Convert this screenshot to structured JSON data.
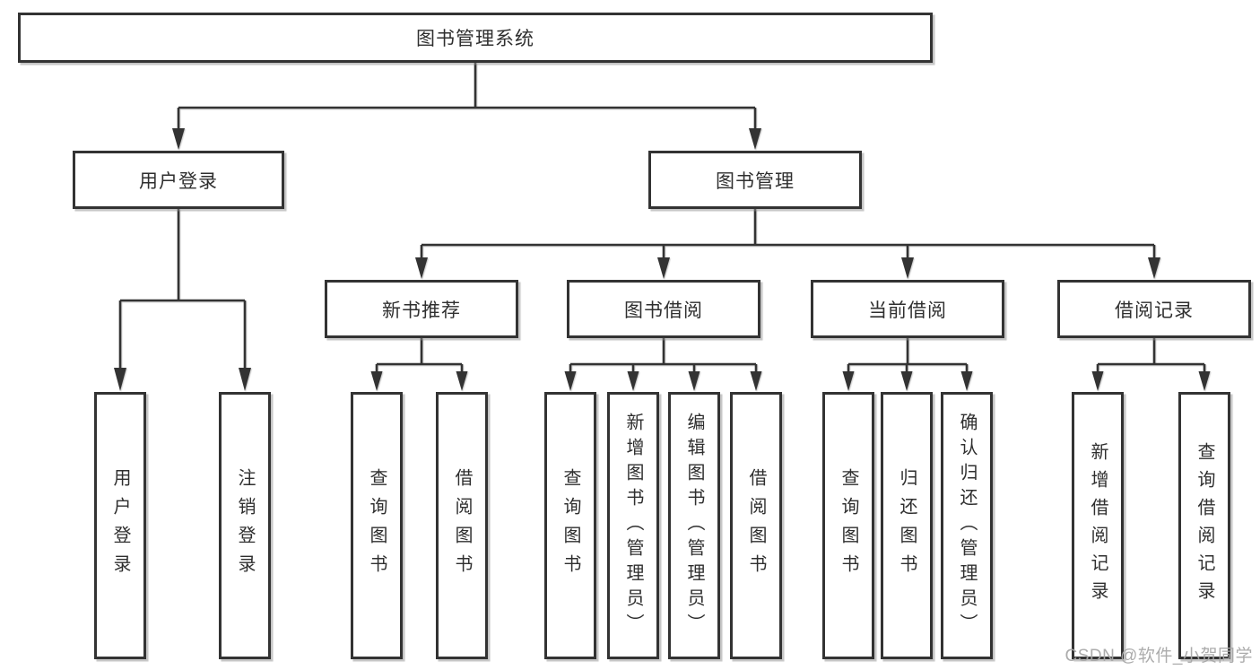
{
  "diagram": {
    "title": "图书管理系统",
    "nodes": {
      "root": {
        "label": "图书管理系统"
      },
      "login": {
        "label": "用户登录"
      },
      "mgmt": {
        "label": "图书管理"
      },
      "newbook": {
        "label": "新书推荐"
      },
      "borrow": {
        "label": "图书借阅"
      },
      "current": {
        "label": "当前借阅"
      },
      "records": {
        "label": "借阅记录"
      },
      "login_user": {
        "label": "用户登录"
      },
      "login_logout": {
        "label": "注销登录"
      },
      "nb_query": {
        "label": "查询图书"
      },
      "nb_borrow": {
        "label": "借阅图书"
      },
      "bw_query": {
        "label": "查询图书"
      },
      "bw_add": {
        "label": "新增图书（管理员）"
      },
      "bw_edit": {
        "label": "编辑图书（管理员）"
      },
      "bw_borrow": {
        "label": "借阅图书"
      },
      "cur_query": {
        "label": "查询图书"
      },
      "cur_return": {
        "label": "归还图书"
      },
      "cur_confirm": {
        "label": "确认归还（管理员）"
      },
      "rec_add": {
        "label": "新增借阅记录"
      },
      "rec_query": {
        "label": "查询借阅记录"
      }
    },
    "colors": {
      "line": "#333333",
      "text": "#2f2f2f",
      "background": "#ffffff",
      "watermark": "#a8a8a8"
    }
  },
  "watermark": {
    "text": "CSDN @软件_小贺同学"
  }
}
